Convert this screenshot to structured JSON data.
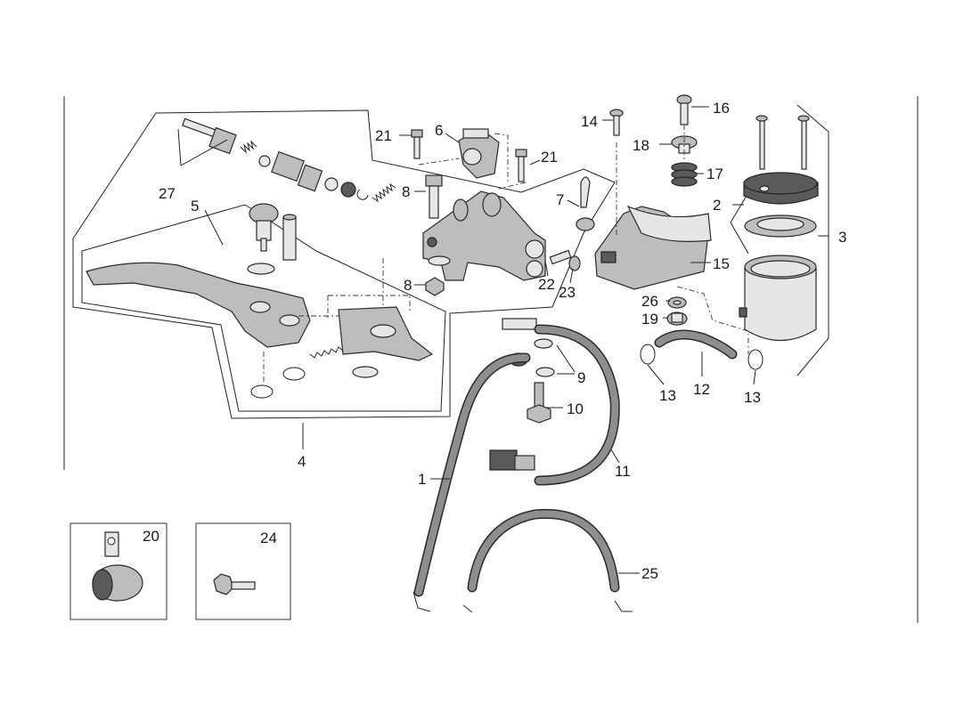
{
  "labels": {
    "l1": "1",
    "l2": "2",
    "l3": "3",
    "l4": "4",
    "l5": "5",
    "l6": "6",
    "l7": "7",
    "l8a": "8",
    "l8b": "8",
    "l9": "9",
    "l10": "10",
    "l11": "11",
    "l12": "12",
    "l13a": "13",
    "l13b": "13",
    "l14": "14",
    "l15": "15",
    "l16": "16",
    "l17": "17",
    "l18": "18",
    "l19": "19",
    "l20": "20",
    "l21a": "21",
    "l21b": "21",
    "l22": "22",
    "l23": "23",
    "l24": "24",
    "l25": "25",
    "l26": "26",
    "l27": "27"
  },
  "colors": {
    "part_fill": "#bdbdbd",
    "part_dark": "#5a5a5a",
    "hose_outer": "#2b2b2b",
    "hose_inner": "#8e8e8e",
    "line": "#222222"
  }
}
